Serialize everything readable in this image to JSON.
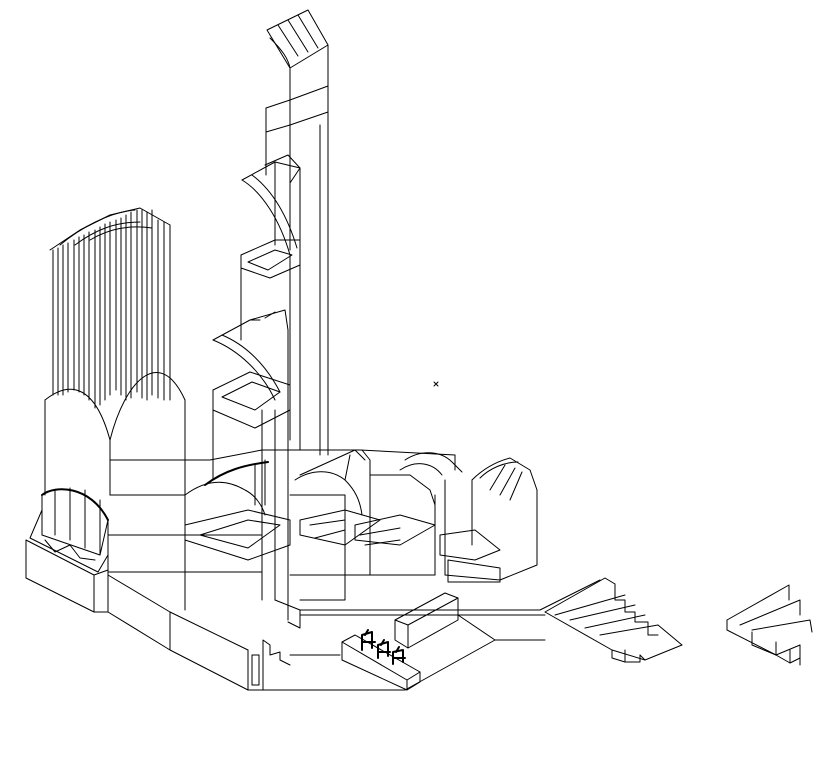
{
  "drawing": {
    "stroke_color": "#000000",
    "background_color": "#ffffff",
    "parts": [
      "tall-tower",
      "middle-arch-tower",
      "lower-arch-tower",
      "organ-pipes",
      "left-vaulted-hall",
      "front-base-wall",
      "arched-bays-row",
      "long-ground-walkway",
      "front-platform",
      "bench-with-chairs",
      "stair-block",
      "small-stair",
      "center-marker"
    ]
  }
}
